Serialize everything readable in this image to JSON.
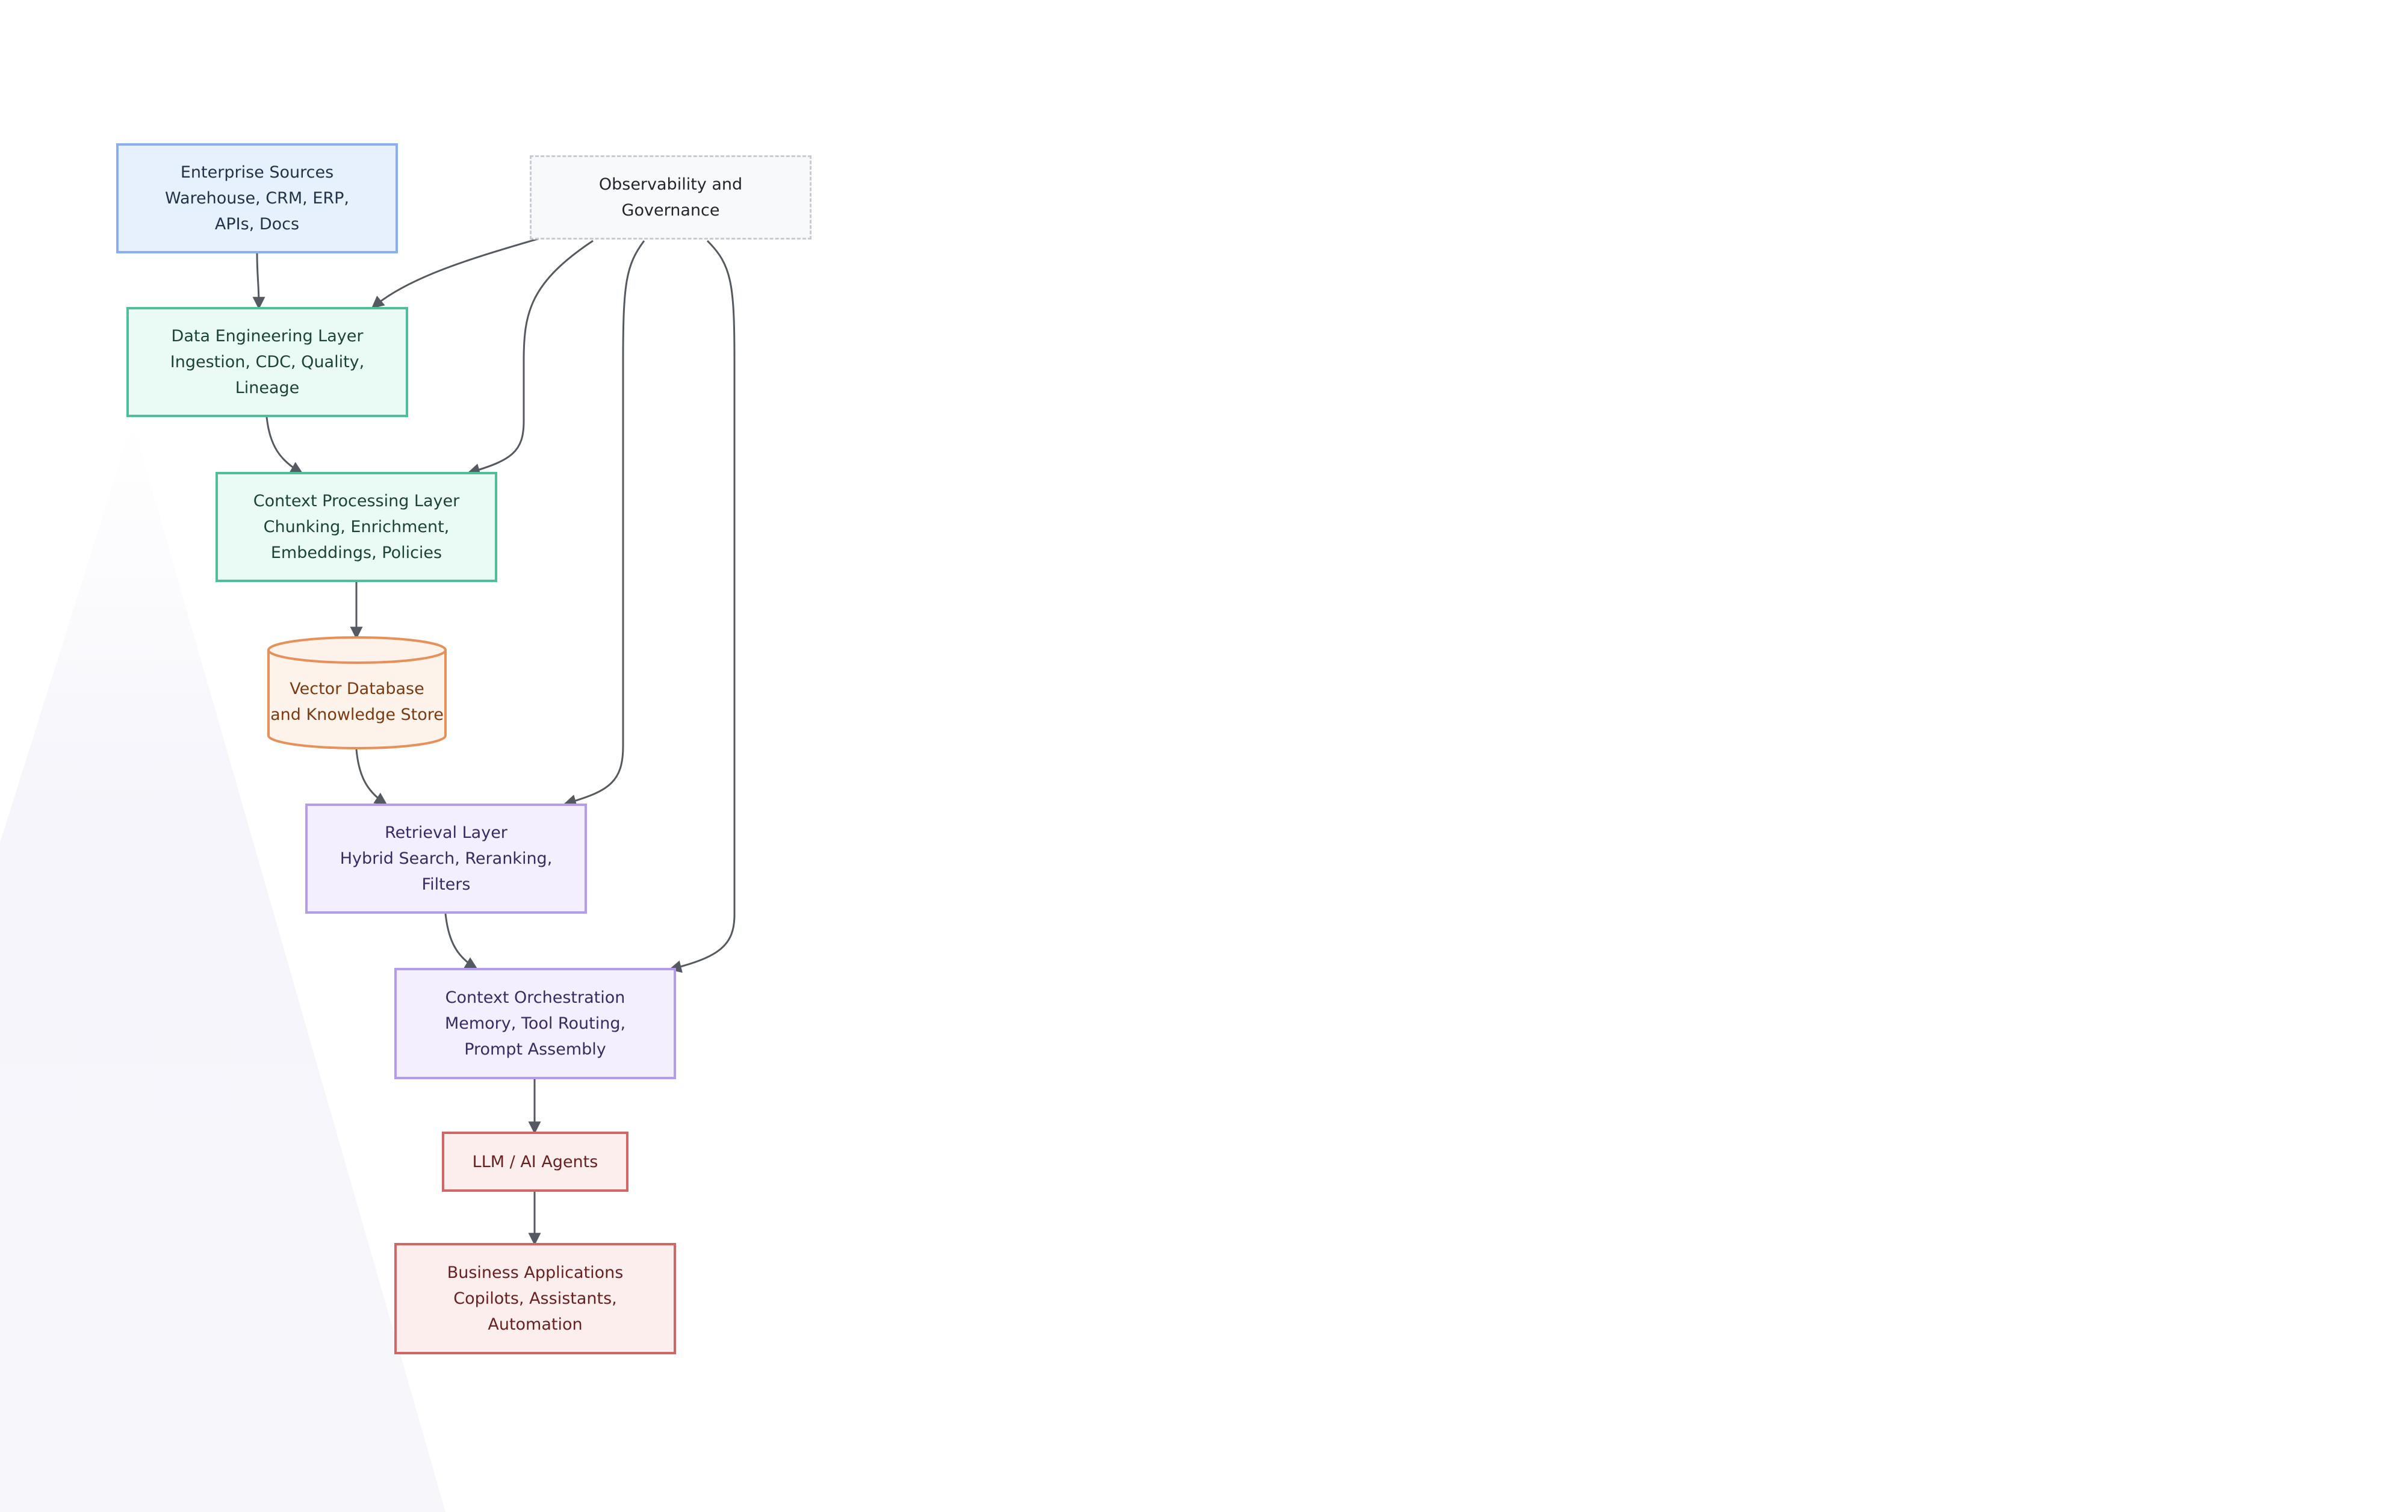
{
  "diagram": {
    "nodes": [
      {
        "id": "sources",
        "lines": [
          "Enterprise Sources",
          "Warehouse, CRM, ERP,",
          "APIs, Docs"
        ]
      },
      {
        "id": "observability",
        "lines": [
          "Observability and",
          "Governance"
        ]
      },
      {
        "id": "data_engineering",
        "lines": [
          "Data Engineering Layer",
          "Ingestion, CDC, Quality,",
          "Lineage"
        ]
      },
      {
        "id": "context_processing",
        "lines": [
          "Context Processing Layer",
          "Chunking, Enrichment,",
          "Embeddings, Policies"
        ]
      },
      {
        "id": "vector_db",
        "lines": [
          "Vector Database",
          "and Knowledge Store"
        ]
      },
      {
        "id": "retrieval",
        "lines": [
          "Retrieval Layer",
          "Hybrid Search, Reranking,",
          "Filters"
        ]
      },
      {
        "id": "orchestration",
        "lines": [
          "Context Orchestration",
          "Memory, Tool Routing,",
          "Prompt Assembly"
        ]
      },
      {
        "id": "llm",
        "lines": [
          "LLM / AI Agents"
        ]
      },
      {
        "id": "business_apps",
        "lines": [
          "Business Applications",
          "Copilots, Assistants,",
          "Automation"
        ]
      }
    ],
    "edges": [
      {
        "from": "sources",
        "to": "data_engineering"
      },
      {
        "from": "observability",
        "to": "data_engineering"
      },
      {
        "from": "observability",
        "to": "context_processing"
      },
      {
        "from": "observability",
        "to": "retrieval"
      },
      {
        "from": "observability",
        "to": "orchestration"
      },
      {
        "from": "data_engineering",
        "to": "context_processing"
      },
      {
        "from": "context_processing",
        "to": "vector_db"
      },
      {
        "from": "vector_db",
        "to": "retrieval"
      },
      {
        "from": "retrieval",
        "to": "orchestration"
      },
      {
        "from": "orchestration",
        "to": "llm"
      },
      {
        "from": "llm",
        "to": "business_apps"
      }
    ],
    "colors": {
      "sources": "#8aaef0",
      "observability": "#c7cbd2",
      "processing": "#4fbf98",
      "storage": "#e8905a",
      "retrieval": "#b39cf0",
      "output": "#d26565",
      "edge": "#555a62"
    }
  }
}
